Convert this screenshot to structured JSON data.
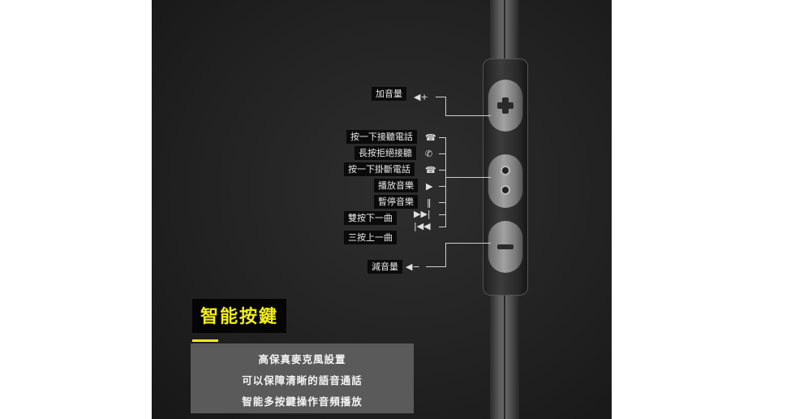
{
  "controls": {
    "volume_up": {
      "label": "加音量",
      "icon": "speaker-plus-icon",
      "glyph": "◀+"
    },
    "volume_down": {
      "label": "減音量",
      "icon": "speaker-minus-icon",
      "glyph": "◀−"
    },
    "middle_button": [
      {
        "label": "按一下接聽電話",
        "icon": "phone-answer-icon",
        "glyph": "☎"
      },
      {
        "label": "長按拒絕接聽",
        "icon": "phone-reject-icon",
        "glyph": "✆"
      },
      {
        "label": "按一下掛斷電話",
        "icon": "phone-hangup-icon",
        "glyph": "☎"
      },
      {
        "label": "播放音樂",
        "icon": "play-icon",
        "glyph": "▶"
      },
      {
        "label": "暫停音樂",
        "icon": "pause-icon",
        "glyph": "‖"
      },
      {
        "label": "雙按下一曲",
        "icon": "next-track-icon",
        "glyph": "▶▶|"
      },
      {
        "label": "三按上一曲",
        "icon": "previous-track-icon",
        "glyph": "|◀◀"
      }
    ]
  },
  "feature": {
    "title": "智能按鍵",
    "lines": [
      "高保真麥克風設置",
      "可以保障清晰的語音通話",
      "智能多按鍵操作音頻播放"
    ]
  },
  "colors": {
    "background": "#222222",
    "accent": "#f2ec1c",
    "label_bg": "#0a0a0a",
    "info_bg": "#5a5a5a"
  }
}
